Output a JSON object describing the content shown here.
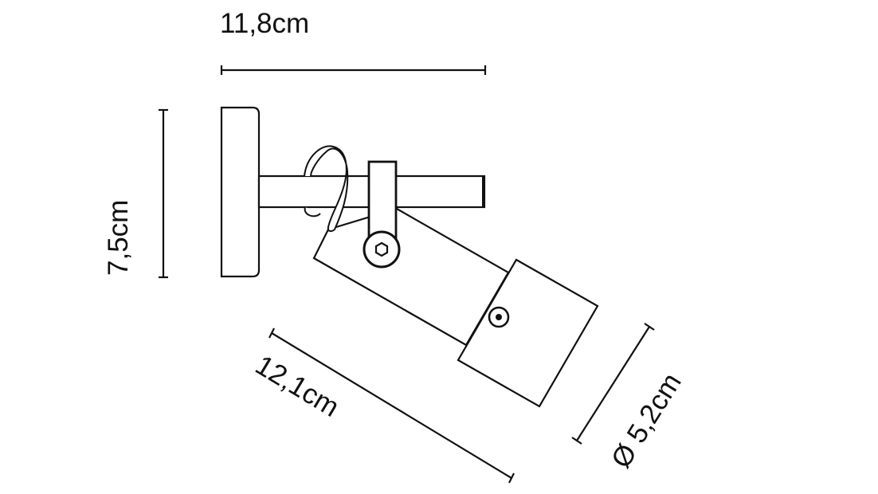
{
  "dimensions": {
    "width_label": "11,8cm",
    "height_label": "7,5cm",
    "length_label": "12,1cm",
    "diameter_label": "Ø 5,2cm"
  },
  "colors": {
    "line": "#111111",
    "background": "#ffffff"
  }
}
